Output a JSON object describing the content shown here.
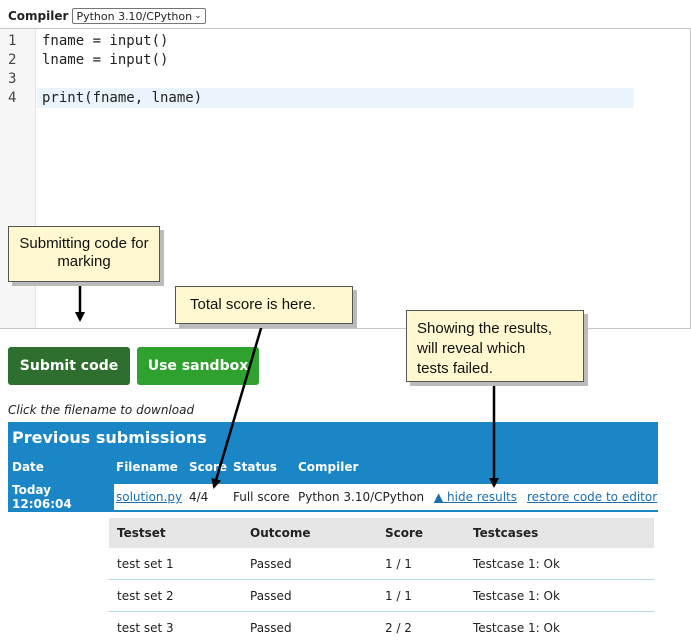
{
  "compiler": {
    "label": "Compiler",
    "selected": "Python 3.10/CPython"
  },
  "editor": {
    "lines": [
      {
        "num": "1",
        "code": "fname = input()"
      },
      {
        "num": "2",
        "code": "lname = input()"
      },
      {
        "num": "3",
        "code": ""
      },
      {
        "num": "4",
        "code": "print(fname, lname)"
      }
    ]
  },
  "buttons": {
    "submit": "Submit code",
    "sandbox": "Use sandbox"
  },
  "download_hint": "Click the filename to download",
  "submissions": {
    "title": "Previous submissions",
    "headers": [
      "Date",
      "Filename",
      "Score",
      "Status",
      "Compiler"
    ],
    "row": {
      "date": "Today 12:06:04",
      "filename": "solution.py",
      "score": "4/4",
      "status": "Full score",
      "compiler": "Python 3.10/CPython",
      "hide_results": "▲ hide results",
      "restore": "restore code to editor"
    }
  },
  "results": {
    "headers": [
      "Testset",
      "Outcome",
      "Score",
      "Testcases"
    ],
    "rows": [
      {
        "testset": "test set 1",
        "outcome": "Passed",
        "score": "1 / 1",
        "testcases": "Testcase 1: Ok"
      },
      {
        "testset": "test set 2",
        "outcome": "Passed",
        "score": "1 / 1",
        "testcases": "Testcase 1: Ok"
      },
      {
        "testset": "test set 3",
        "outcome": "Passed",
        "score": "2 / 2",
        "testcases": "Testcase 1: Ok"
      }
    ]
  },
  "callouts": {
    "submitting": "Submitting code for marking",
    "total": "Total score is here.",
    "results": [
      "Showing the results,",
      "will reveal which",
      "tests failed."
    ]
  },
  "colors": {
    "header_blue": "#1a86c6",
    "submit_green": "#2e6e2e",
    "sandbox_green": "#2ea12e",
    "callout_yellow": "#fff8d0",
    "link_blue": "#1a6fb0"
  }
}
